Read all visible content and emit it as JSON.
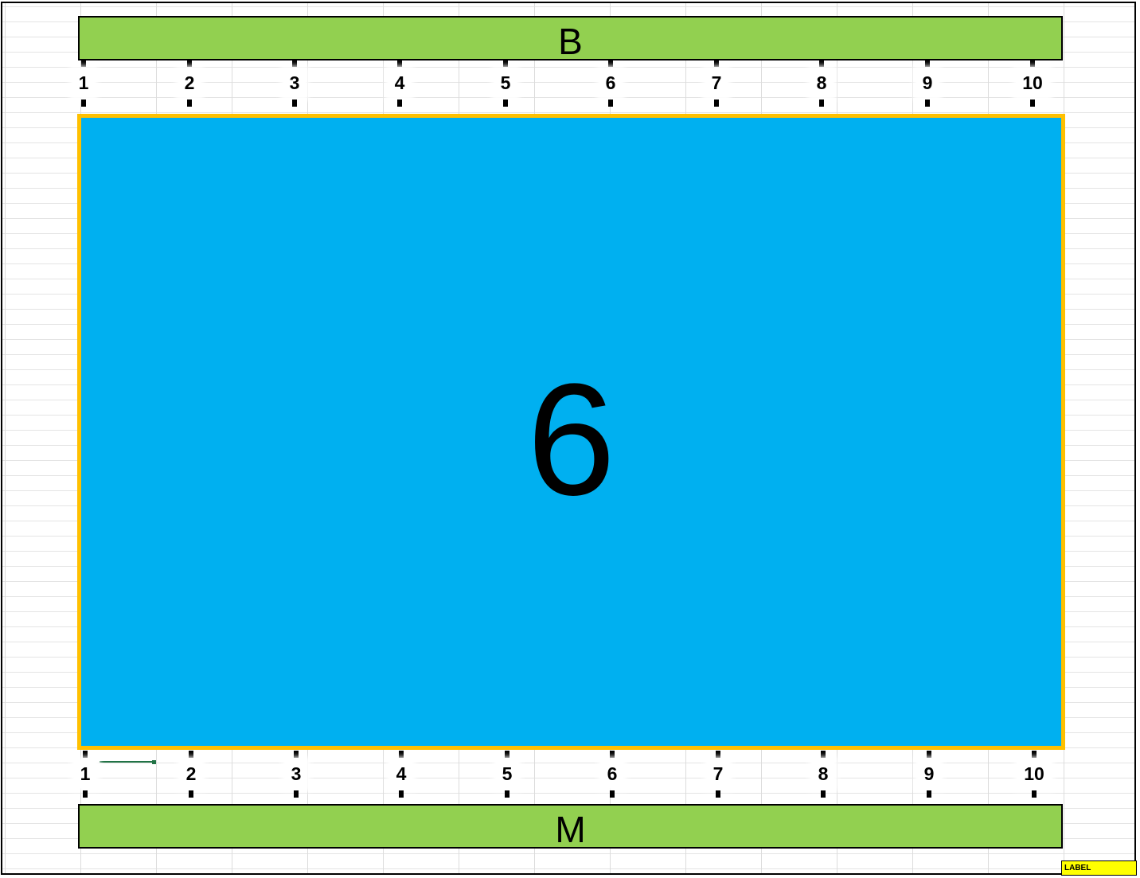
{
  "top_bar": {
    "label": "B",
    "color": "#92d050"
  },
  "bottom_bar": {
    "label": "M",
    "color": "#92d050"
  },
  "field": {
    "label": "6",
    "fill_color": "#00b0f0",
    "border_color": "#ffc000"
  },
  "top_markers": [
    "1",
    "2",
    "3",
    "4",
    "5",
    "6",
    "7",
    "8",
    "9",
    "10"
  ],
  "bottom_markers": [
    "1",
    "2",
    "3",
    "4",
    "5",
    "6",
    "7",
    "8",
    "9",
    "10"
  ],
  "corner_tag": {
    "label": "LABEL",
    "color": "#ffff00"
  }
}
